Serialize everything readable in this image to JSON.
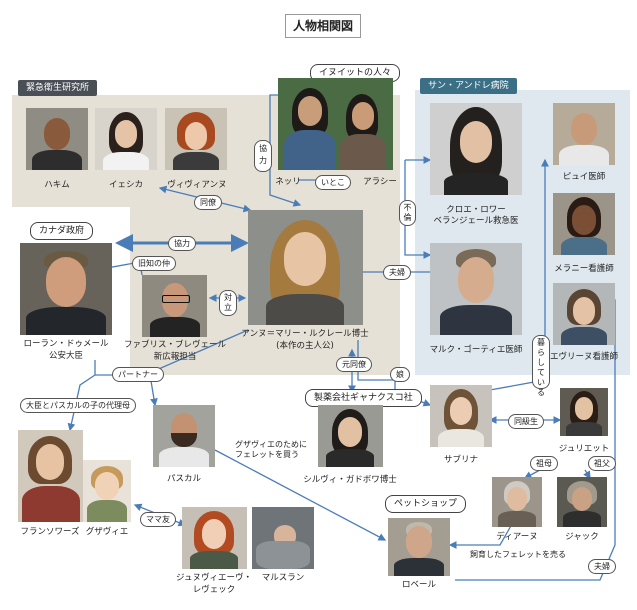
{
  "title": "人物相関図",
  "groups": {
    "emergency": "緊急衛生研究所",
    "inuit": "イヌイットの人々",
    "hospital": "サン・アンドレ病院",
    "canada": "カナダ政府",
    "company": "製薬会社ギャナクスコ社",
    "petshop": "ペットショップ"
  },
  "people": {
    "hakim": "ハキム",
    "isika": "イェシカ",
    "vivian": "ヴィヴィアンヌ",
    "nelly": "ネッリ",
    "arashi": "アラシー",
    "chloe": "クロエ・ロワー\nベランジェール救急医",
    "piui": "ピュイ医師",
    "melanie": "メラニー看護師",
    "marc": "マルク・ゴーティエ医師",
    "evelyne": "エヴリーヌ看護師",
    "anne1": "アンヌ＝マリー・ルクレール博士",
    "anne2": "(本作の主人公)",
    "laurent1": "ローラン・ドゥメール",
    "laurent2": "公安大臣",
    "fabrice1": "ファブリス・ブレヴェール",
    "fabrice2": "新広報担当",
    "sabrina": "サブリナ",
    "juliette": "ジュリエット",
    "diane": "ディアーヌ",
    "jacques": "ジャック",
    "francoise": "フランソワーズ",
    "gustave": "グザヴィエ",
    "pascal": "パスカル",
    "sylvie": "シルヴィ・ガドボワ博士",
    "genevieve1": "ジュヌヴィエーヴ・",
    "genevieve2": "レヴェック",
    "marslan": "マルスラン",
    "robert": "ロベール"
  },
  "relations": {
    "kyoryoku_v": "協力",
    "douryo1": "同僚",
    "itoko": "いとこ",
    "kyoryoku_h": "協力",
    "kyuchi": "旧知の仲",
    "tairitsu": "対立",
    "fuufu1": "夫婦",
    "furin": "不倫",
    "musume": "娘",
    "motodouryo": "元同僚",
    "partner": "パートナー",
    "dairihaha": "大臣とパスカルの子の代理母",
    "mamatomo": "ママ友",
    "doukyusei": "同級生",
    "sobo": "祖母",
    "sofu": "祖父",
    "kurashiteiru": "暮らしている",
    "ferret_buy1": "グザヴィエのために",
    "ferret_buy2": "フェレットを買う",
    "ferret_sell": "飼育したフェレットを売る",
    "fuufu2": "夫婦"
  },
  "colors": {
    "beige": "#e6e1d6",
    "lightblue": "#dfe8ef",
    "arrow": "#4a7db8"
  }
}
